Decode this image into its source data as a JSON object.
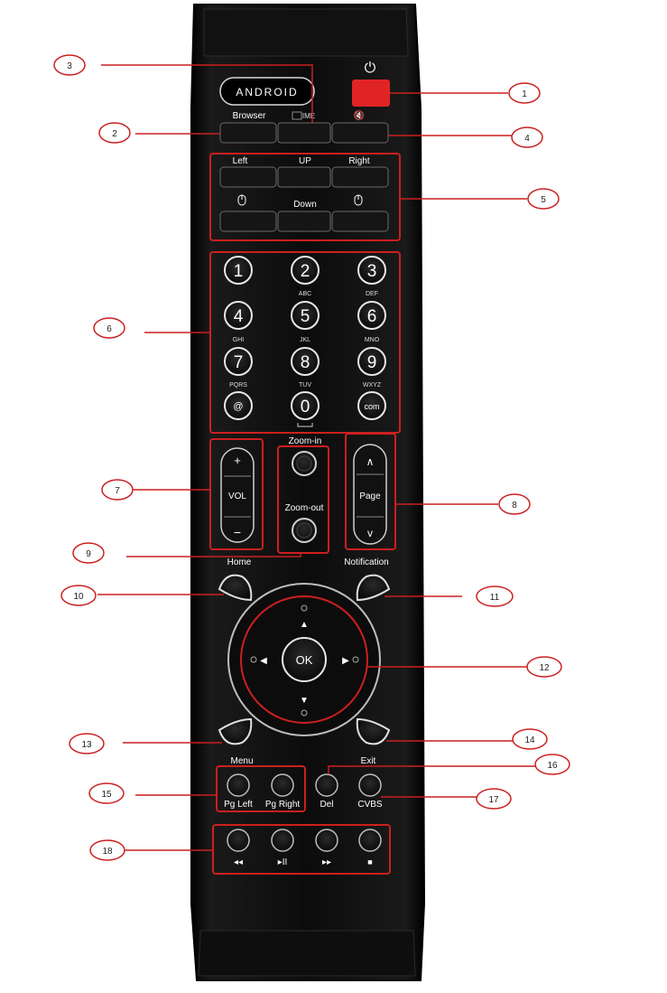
{
  "remote": {
    "logo": "ANDROID",
    "power_symbol": "⏻",
    "top_row": {
      "browser_label": "Browser",
      "ime_label": "IME",
      "mute_symbol": "🔇"
    },
    "nav_rows": {
      "left_label": "Left",
      "up_label": "UP",
      "right_label": "Right",
      "down_label": "Down"
    },
    "numpad": {
      "keys": [
        "1",
        "2",
        "3",
        "4",
        "5",
        "6",
        "7",
        "8",
        "9",
        "@",
        "0",
        "com"
      ],
      "letters": {
        "abc": "ABC",
        "def": "DEF",
        "ghi": "GHI",
        "jkl": "JKL",
        "mno": "MNO",
        "pqrs": "PQRS",
        "tuv": "TUV",
        "wxyz": "WXYZ"
      }
    },
    "volume": {
      "plus": "+",
      "label": "VOL",
      "minus": "−"
    },
    "zoom": {
      "in_label": "Zoom-in",
      "out_label": "Zoom-out"
    },
    "page": {
      "up": "∧",
      "label": "Page",
      "down": "v"
    },
    "home_label": "Home",
    "notification_label": "Notification",
    "dpad": {
      "ok": "OK"
    },
    "menu_label": "Menu",
    "exit_label": "Exit",
    "page_keys": {
      "left": "Pg Left",
      "right": "Pg Right"
    },
    "del_label": "Del",
    "cvbs_label": "CVBS",
    "media": {
      "rewind": "◂◂",
      "play_pause": "▸II",
      "fast_forward": "▸▸",
      "stop": "■"
    }
  },
  "callouts": [
    "1",
    "2",
    "3",
    "4",
    "5",
    "6",
    "7",
    "8",
    "9",
    "10",
    "11",
    "12",
    "13",
    "14",
    "15",
    "16",
    "17",
    "18"
  ],
  "colors": {
    "body": "#0c0c0c",
    "button": "#141414",
    "highlight": "#cc1f1f",
    "power": "#e02424"
  }
}
